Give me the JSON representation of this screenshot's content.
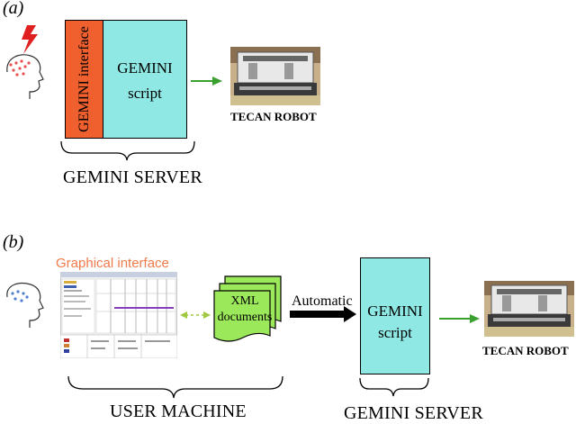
{
  "panel_a": {
    "label": "(a)",
    "interface_label": "GEMINI interface",
    "script_title": "GEMINI",
    "script_sub": "script",
    "robot_caption": "TECAN ROBOT",
    "server_label": "GEMINI SERVER"
  },
  "panel_b": {
    "label": "(b)",
    "gui_title": "Graphical interface",
    "xml_line1": "XML",
    "xml_line2": "documents",
    "automatic_label": "Automatic",
    "script_title": "GEMINI",
    "script_sub": "script",
    "robot_caption": "TECAN ROBOT",
    "user_machine_label": "USER MACHINE",
    "server_label": "GEMINI SERVER"
  },
  "colors": {
    "interface_fill": "#f0602e",
    "script_fill": "#8fe8e4",
    "xml_fill": "#9be85a",
    "arrow_green": "#3aa030",
    "gui_title": "#f07a4a"
  }
}
